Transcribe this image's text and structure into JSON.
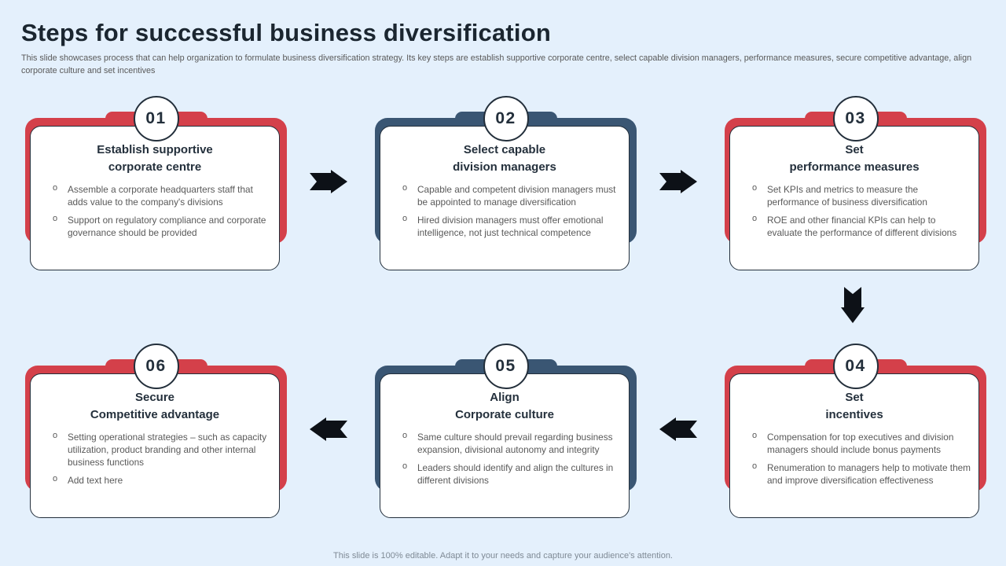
{
  "slide": {
    "title": "Steps for successful business diversification",
    "subtitle": "This slide showcases process that can help organization to formulate business diversification strategy. Its key steps are establish supportive corporate centre, select capable division managers, performance measures, secure competitive advantage, align corporate culture and set incentives",
    "footer": "This slide is 100% editable. Adapt it to your needs and capture your audience's attention."
  },
  "colors": {
    "background": "#E4F0FC",
    "red_accent": "#D4404A",
    "blue_accent": "#3A5673",
    "card_outline": "#232F3B",
    "heading_text": "#1B2630",
    "body_text": "#595959",
    "arrow": "#0D1117"
  },
  "steps": [
    {
      "number": "01",
      "accent_hex": "#D4404A",
      "title": "Establish supportive\ncorporate centre",
      "bullets": [
        "Assemble a corporate headquarters staff that adds value to the company's divisions",
        "Support on regulatory compliance and corporate governance should be provided"
      ]
    },
    {
      "number": "02",
      "accent_hex": "#3A5673",
      "title": "Select capable\ndivision managers",
      "bullets": [
        "Capable and competent division managers must be appointed to manage diversification",
        "Hired division managers must offer emotional intelligence, not just technical competence"
      ]
    },
    {
      "number": "03",
      "accent_hex": "#D4404A",
      "title": "Set\nperformance measures",
      "bullets": [
        "Set KPIs and metrics to measure the performance of business diversification",
        "ROE and other financial KPIs can help to evaluate the performance of different divisions"
      ]
    },
    {
      "number": "04",
      "accent_hex": "#D4404A",
      "title": "Set\nincentives",
      "bullets": [
        "Compensation for top executives and division managers should include bonus payments",
        "Renumeration to managers help to motivate them and improve diversification effectiveness"
      ]
    },
    {
      "number": "05",
      "accent_hex": "#3A5673",
      "title": "Align\nCorporate culture",
      "bullets": [
        "Same culture should prevail regarding business expansion, divisional autonomy and integrity",
        "Leaders should identify and align the cultures in different divisions"
      ]
    },
    {
      "number": "06",
      "accent_hex": "#D4404A",
      "title": "Secure\nCompetitive advantage",
      "bullets": [
        "Setting operational strategies – such as capacity utilization, product branding and other internal business functions",
        "Add text here"
      ]
    }
  ],
  "arrows": [
    {
      "direction": "right"
    },
    {
      "direction": "right"
    },
    {
      "direction": "down"
    },
    {
      "direction": "left"
    },
    {
      "direction": "left"
    }
  ]
}
